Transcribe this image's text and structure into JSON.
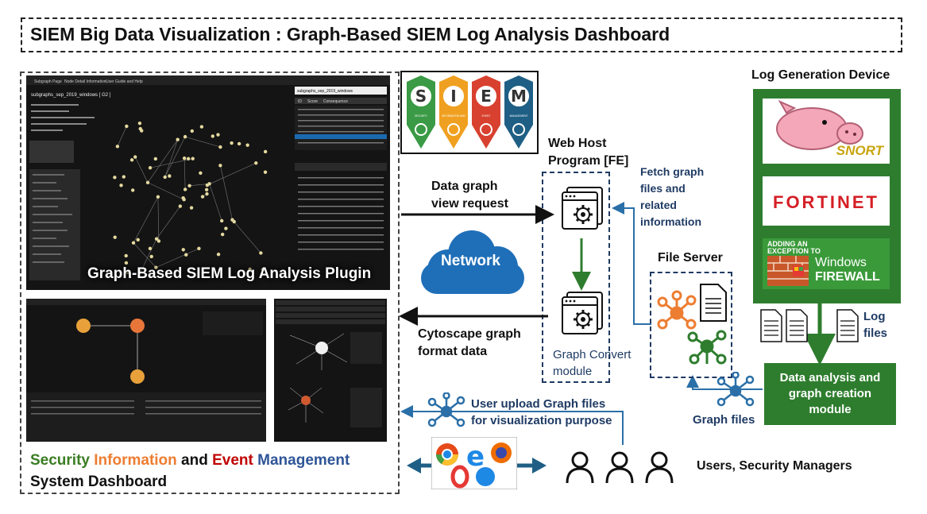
{
  "title": "SIEM Big Data Visualization : Graph-Based SIEM Log Analysis Dashboard",
  "left_panel": {
    "plugin_label": "Graph-Based SIEM Log Analysis Plugin",
    "dashboard_label_words": [
      "Security",
      "Information",
      "and",
      "Event",
      "Management"
    ],
    "dashboard_label_line2": "System Dashboard",
    "plugin_shot": {
      "tabs": [
        "Subgraph Page",
        "Node Detail Information",
        "User Guide and Help"
      ],
      "graph_name": "subgraphs_sep_2019_windows [ G2 ]",
      "dropdown": "subgraphs_sep_2019_windows",
      "table_headers": [
        "ID",
        "Score",
        "Consequence"
      ]
    }
  },
  "siem_letters": [
    "S",
    "I",
    "E",
    "M"
  ],
  "siem_tiles": [
    "SECURITY",
    "INFORMATION AND",
    "EVENT",
    "MANAGEMENT"
  ],
  "web_host": "Web Host\nProgram [FE]",
  "fetch_label": "Fetch graph\nfiles and\nrelated\ninformation",
  "data_graph_label": "Data graph\nview request",
  "network_label": "Network",
  "cytoscape_label": "Cytoscape graph\nformat data",
  "graph_convert_label": "Graph Convert\nmodule",
  "file_server_label": "File Server",
  "graph_files_label": "Graph files",
  "user_upload_label": "User upload Graph files\nfor visualization purpose",
  "users_label": "Users, Security Managers",
  "log_device": {
    "title": "Log Generation Device",
    "snort": "SNORT",
    "fortinet": "FORTINET",
    "windows_top": "ADDING AN\nEXCEPTION TO",
    "windows_a": "Windows",
    "windows_b": "FIREWALL"
  },
  "log_files_label": "Log\nfiles",
  "analysis_label": "Data analysis and\ngraph creation\nmodule",
  "colors": {
    "security": "#3a7d22",
    "information": "#ed7d31",
    "event": "#c00000",
    "management": "#2e5597",
    "green": "#2e7d2e",
    "navy": "#1f3b64",
    "cloud": "#1f6fb8"
  }
}
